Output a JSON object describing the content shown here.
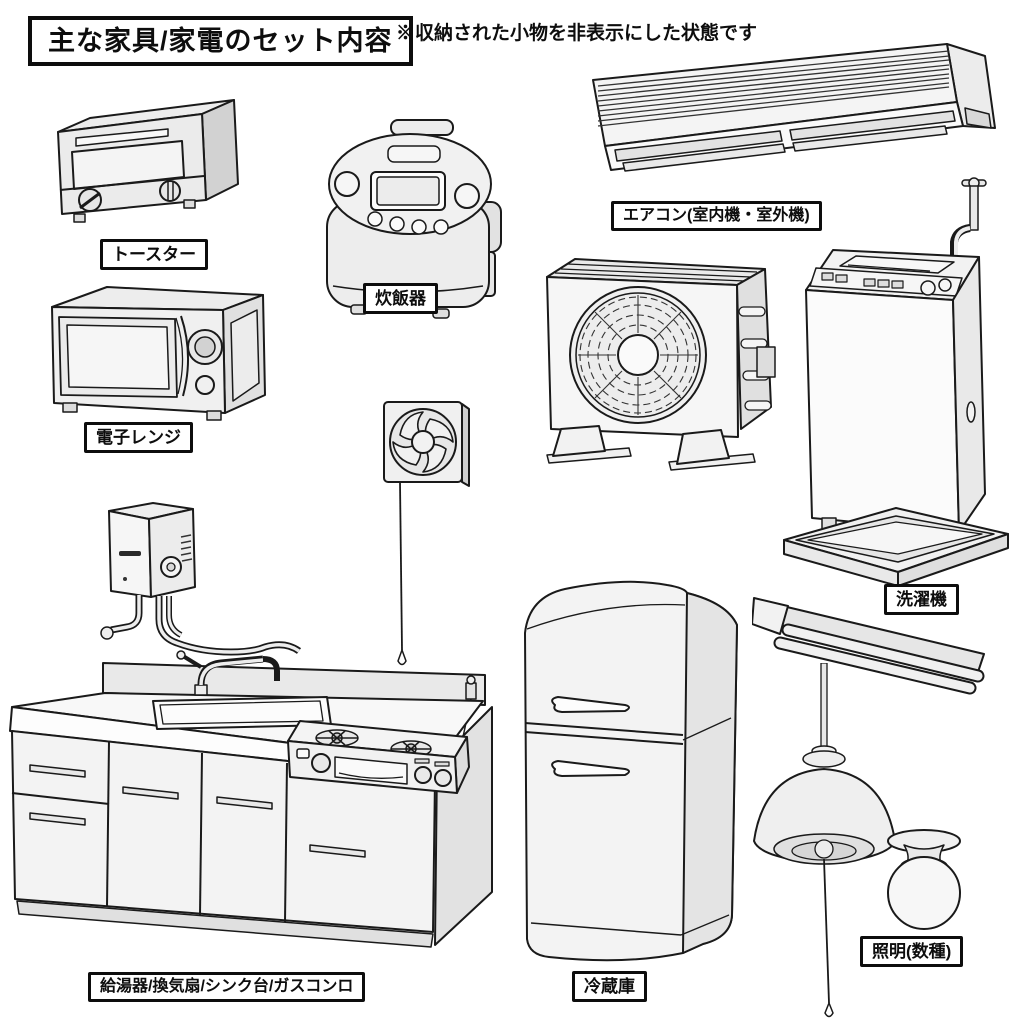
{
  "header": {
    "title": "主な家具/家電のセット内容",
    "note": "※収納された小物を非表示にした状態です"
  },
  "items": [
    {
      "id": "toaster",
      "label": "トースター"
    },
    {
      "id": "rice-cooker",
      "label": "炊飯器"
    },
    {
      "id": "air-conditioner",
      "label": "エアコン(室内機・室外機)"
    },
    {
      "id": "microwave",
      "label": "電子レンジ"
    },
    {
      "id": "washing-machine",
      "label": "洗濯機"
    },
    {
      "id": "kitchen-set",
      "label": "給湯器/換気扇/シンク台/ガスコンロ"
    },
    {
      "id": "refrigerator",
      "label": "冷蔵庫"
    },
    {
      "id": "lighting",
      "label": "照明(数種)"
    }
  ],
  "colors": {
    "ink": "#1a1a1a",
    "paper": "#ffffff",
    "shade_light": "#f2f2f2",
    "shade_mid": "#e4e4e4",
    "shade_dark": "#cfcfcf"
  }
}
